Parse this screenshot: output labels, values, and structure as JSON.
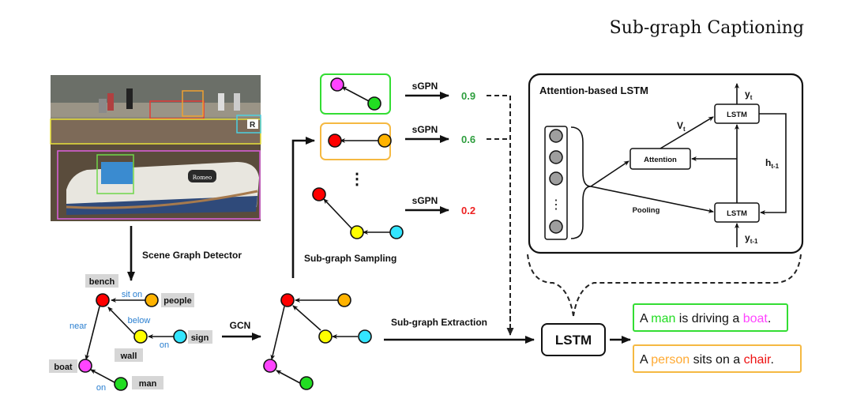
{
  "title": "Sub-graph Captioning",
  "photo": {
    "description": "Canal scene with people on benches and a boat named Romeo",
    "boat_name": "Romeo",
    "box_colors": {
      "bench": "#e53935",
      "people": "#f0a030",
      "wall": "#e8e23a",
      "sign": "#4dd0e1",
      "boat": "#e060e0",
      "man": "#6fd64a"
    }
  },
  "stages": {
    "scene_graph_detector": "Scene Graph Detector",
    "gcn": "GCN",
    "subgraph_sampling": "Sub-graph Sampling",
    "subgraph_extraction": "Sub-graph Extraction",
    "lstm": "LSTM"
  },
  "scene_graph": {
    "nodes": [
      {
        "id": "bench",
        "label": "bench",
        "color": "#ff0000"
      },
      {
        "id": "people",
        "label": "people",
        "color": "#ffb300"
      },
      {
        "id": "wall",
        "label": "wall",
        "color": "#ffff00"
      },
      {
        "id": "sign",
        "label": "sign",
        "color": "#33e5ff"
      },
      {
        "id": "boat",
        "label": "boat",
        "color": "#ff44ff"
      },
      {
        "id": "man",
        "label": "man",
        "color": "#22dd22"
      }
    ],
    "edges": [
      {
        "from": "people",
        "to": "bench",
        "label": "sit on"
      },
      {
        "from": "wall",
        "to": "bench",
        "label": "below"
      },
      {
        "from": "sign",
        "to": "wall",
        "label": "on"
      },
      {
        "from": "bench",
        "to": "boat",
        "label": "near"
      },
      {
        "from": "man",
        "to": "boat",
        "label": "on"
      }
    ]
  },
  "subgraphs": [
    {
      "nodes": [
        "boat",
        "man"
      ],
      "scorer": "sGPN",
      "score": "0.9",
      "score_color": "#2e9e3e",
      "border": "#33dd33",
      "selected": true
    },
    {
      "nodes": [
        "bench",
        "people"
      ],
      "scorer": "sGPN",
      "score": "0.6",
      "score_color": "#2e9e3e",
      "border": "#f5b942",
      "selected": true
    },
    {
      "nodes": [
        "bench",
        "wall",
        "sign"
      ],
      "scorer": "sGPN",
      "score": "0.2",
      "score_color": "#ee2222",
      "border": null,
      "selected": false
    }
  ],
  "ellipsis": "⋮",
  "attention_lstm": {
    "title": "Attention-based LSTM",
    "attention_label": "Attention",
    "lstm_top": "LSTM",
    "lstm_bottom": "LSTM",
    "pooling_label": "Pooling",
    "v_label": "V",
    "v_sub": "t",
    "h_label": "h",
    "h_sub": "t-1",
    "y_out": "y",
    "y_out_sub": "t",
    "y_in": "y",
    "y_in_sub": "t-1",
    "feature_ellipsis": "⋮"
  },
  "captions": [
    {
      "parts": [
        {
          "text": "A ",
          "color": "#111111"
        },
        {
          "text": "man",
          "color": "#22dd22"
        },
        {
          "text": " is driving a ",
          "color": "#111111"
        },
        {
          "text": "boat",
          "color": "#ff44ff"
        },
        {
          "text": ".",
          "color": "#111111"
        }
      ],
      "border": "#33dd33"
    },
    {
      "parts": [
        {
          "text": "A ",
          "color": "#111111"
        },
        {
          "text": "person",
          "color": "#ffaa33"
        },
        {
          "text": " sits on a ",
          "color": "#111111"
        },
        {
          "text": "chair",
          "color": "#ee1111"
        },
        {
          "text": ".",
          "color": "#111111"
        }
      ],
      "border": "#f5b942"
    }
  ]
}
